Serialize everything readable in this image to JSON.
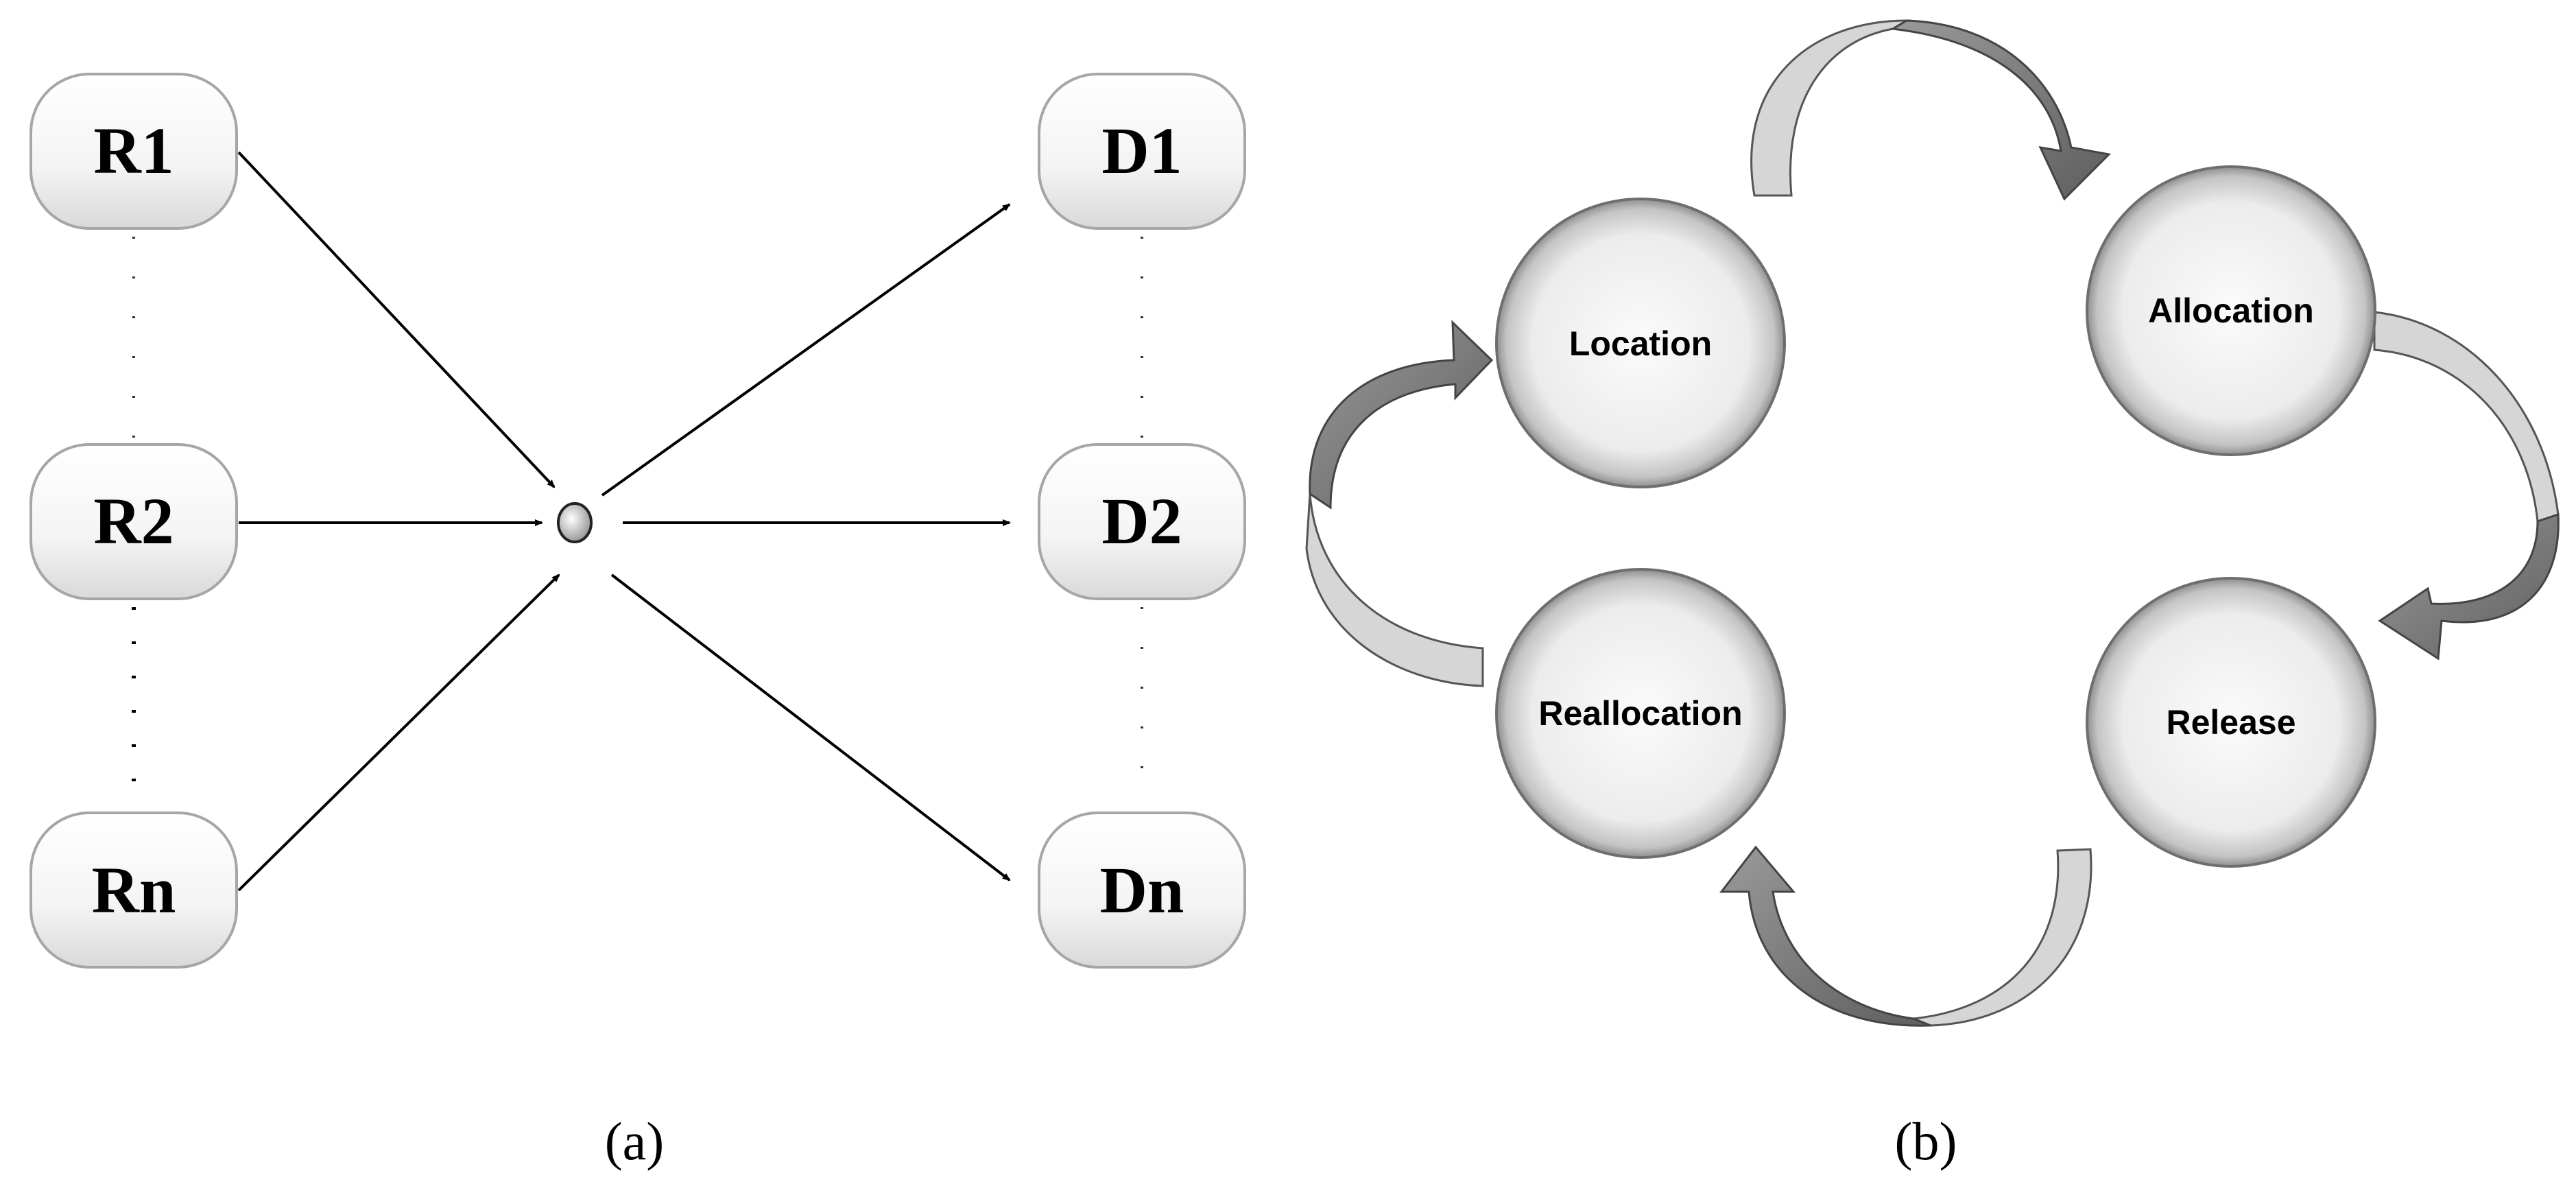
{
  "panel_a": {
    "caption": "(a)",
    "sources": [
      {
        "label": "R1"
      },
      {
        "label": "R2"
      },
      {
        "label": "Rn"
      }
    ],
    "destinations": [
      {
        "label": "D1"
      },
      {
        "label": "D2"
      },
      {
        "label": "Dn"
      }
    ]
  },
  "panel_b": {
    "caption": "(b)",
    "stages": [
      {
        "label": "Location"
      },
      {
        "label": "Allocation"
      },
      {
        "label": "Release"
      },
      {
        "label": "Reallocation"
      }
    ]
  },
  "colors": {
    "line": "#000000",
    "node_fill": "#f2f2f2",
    "node_stroke": "#a6a6a6",
    "arrow_dark": "#7a7a7a",
    "arrow_light": "#d6d6d6"
  }
}
